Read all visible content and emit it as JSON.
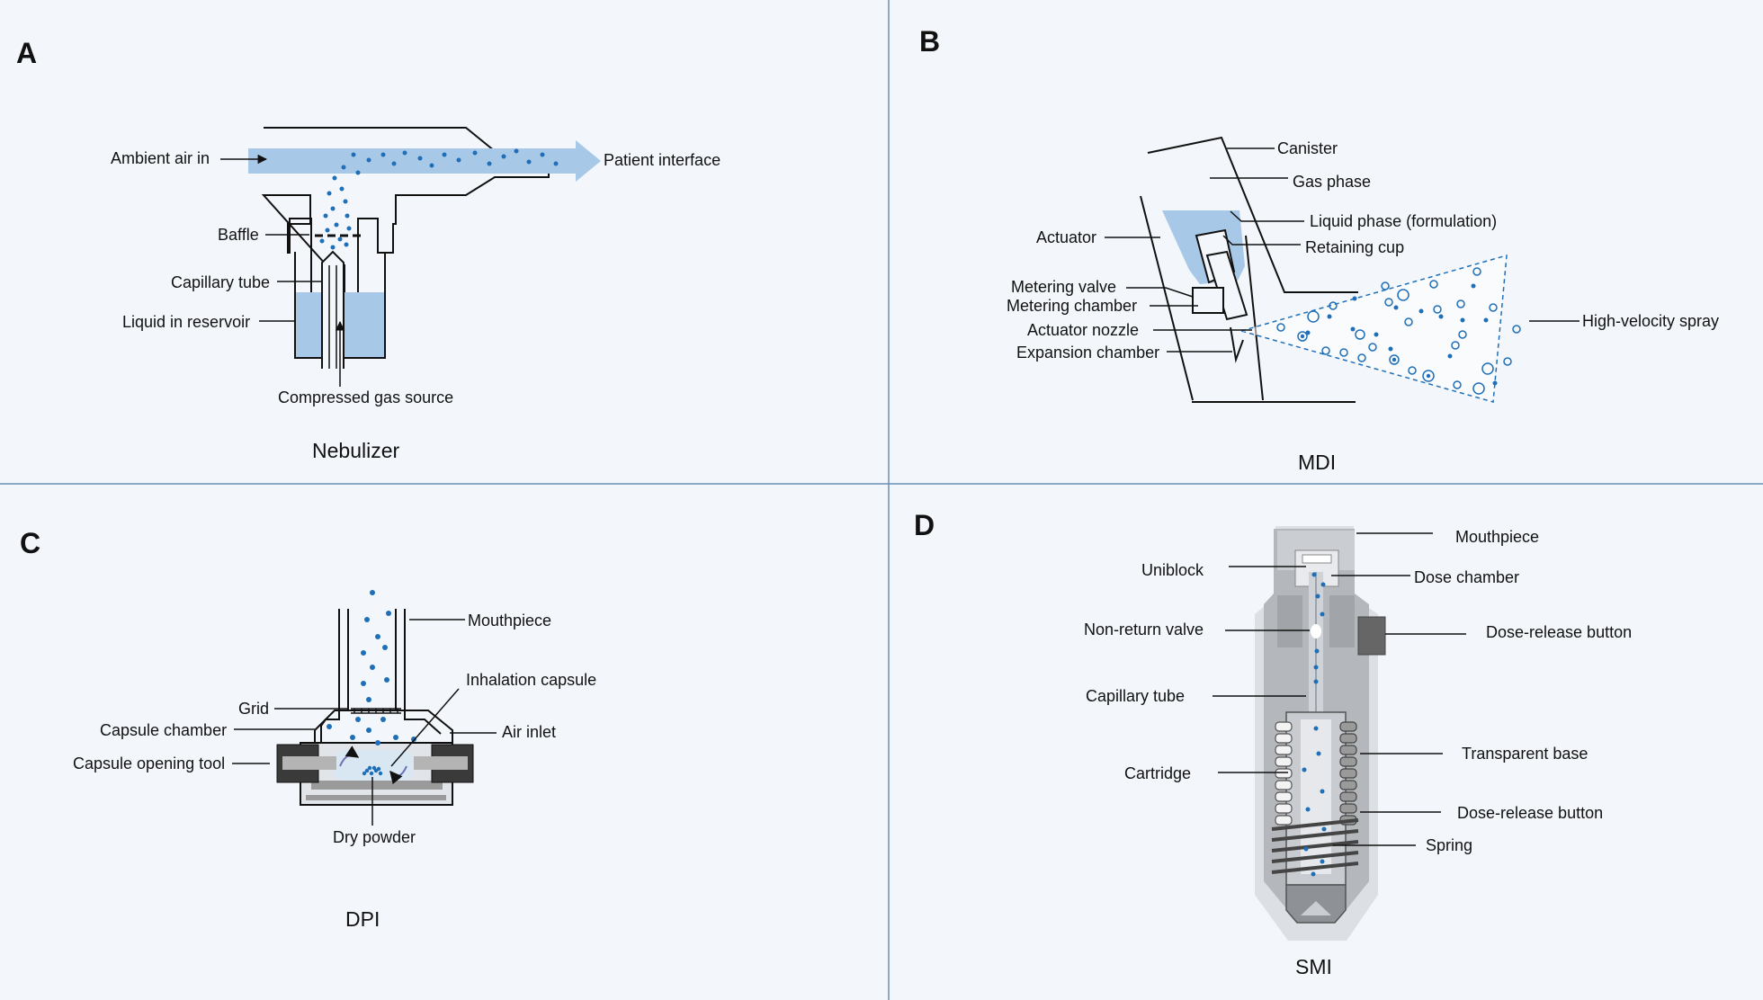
{
  "colors": {
    "background": "#f3f7fb",
    "divider": "#6b8fb5",
    "liquid": "#a8c8e8",
    "particle": "#1f6fb8",
    "outline": "#111111"
  },
  "panels": {
    "A": {
      "letter": "A",
      "caption": "Nebulizer",
      "labels": {
        "ambient_air_in": "Ambient air in",
        "patient_interface": "Patient interface",
        "baffle": "Baffle",
        "capillary_tube": "Capillary tube",
        "liquid_in_reservoir": "Liquid in reservoir",
        "compressed_gas_source": "Compressed gas source"
      }
    },
    "B": {
      "letter": "B",
      "caption": "MDI",
      "labels": {
        "canister": "Canister",
        "gas_phase": "Gas phase",
        "liquid_phase": "Liquid phase (formulation)",
        "retaining_cup": "Retaining cup",
        "actuator": "Actuator",
        "metering_valve": "Metering valve",
        "metering_chamber": "Metering chamber",
        "actuator_nozzle": "Actuator nozzle",
        "expansion_chamber": "Expansion chamber",
        "high_velocity_spray": "High-velocity spray"
      }
    },
    "C": {
      "letter": "C",
      "caption": "DPI",
      "labels": {
        "mouthpiece": "Mouthpiece",
        "inhalation_capsule": "Inhalation capsule",
        "grid": "Grid",
        "capsule_chamber": "Capsule chamber",
        "air_inlet": "Air inlet",
        "capsule_opening_tool": "Capsule opening tool",
        "dry_powder": "Dry powder"
      }
    },
    "D": {
      "letter": "D",
      "caption": "SMI",
      "labels": {
        "mouthpiece": "Mouthpiece",
        "uniblock": "Uniblock",
        "dose_chamber": "Dose chamber",
        "non_return_valve": "Non-return valve",
        "dose_release_button_top": "Dose-release button",
        "capillary_tube": "Capillary tube",
        "transparent_base": "Transparent base",
        "cartridge": "Cartridge",
        "dose_release_button_bottom": "Dose-release button",
        "spring": "Spring"
      }
    }
  }
}
